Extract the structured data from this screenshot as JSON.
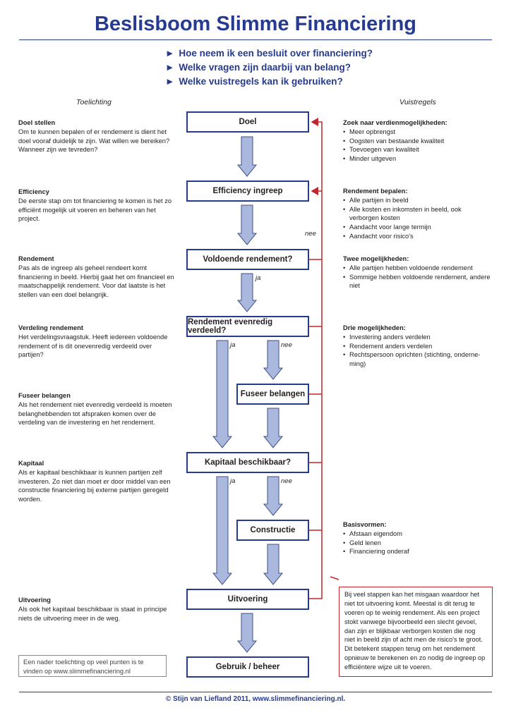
{
  "title": "Beslisboom Slimme Financiering",
  "questions": [
    "Hoe neem ik een besluit over financiering?",
    "Welke vragen zijn daarbij van belang?",
    "Welke vuistregels kan ik gebruiken?"
  ],
  "left_heading": "Toelichting",
  "right_heading": "Vuistregels",
  "sections": [
    {
      "heading": "Doel stellen",
      "text": "Om te kunnen bepalen of er rendement is dient het doel vooraf duidelijk te zijn. Wat willen we bereiken? Wanneer zijn we tevreden?"
    },
    {
      "heading": "Efficiency",
      "text": "De eerste stap om tot financiering te komen is het zo efficiënt mogelijk uit voeren en beheren van het project."
    },
    {
      "heading": "Rendement",
      "text": "Pas als de ingreep als geheel rendeert komt financiering in beeld. Hierbij gaat het om financieel en maatschappelijk rendement. Voor dat laatste is het stellen van een doel belangrijk."
    },
    {
      "heading": "Verdeling rendement",
      "text": "Het verdelingsvraagstuk. Heeft iedereen voldoende rendement of is dit onevenredig verdeeld over partijen?"
    },
    {
      "heading": "Fuseer belangen",
      "text": "Als het rendement niet evenredig verdeeld is moeten belanghebbenden tot afspraken komen over de verdeling van de investering en het rendement."
    },
    {
      "heading": "Kapitaal",
      "text": "Als er kapitaal beschikbaar is kunnen partijen zelf investeren. Zo niet dan moet er door middel van een constructie financiering bij externe partijen geregeld worden."
    },
    {
      "heading": "Uitvoering",
      "text": "Als ook het kapitaal beschikbaar is staat in principe niets de uitvoering meer in de weg."
    }
  ],
  "rules": [
    {
      "heading": "Zoek naar verdienmogelijkheden:",
      "items": [
        "Meer opbrengst",
        "Oogsten van bestaande kwaliteit",
        "Toevoegen van kwaliteit",
        "Minder uitgeven"
      ]
    },
    {
      "heading": "Rendement bepalen:",
      "items": [
        "Alle partijen in beeld",
        "Alle kosten en inkomsten in beeld, ook verborgen kosten",
        "Aandacht voor lange termijn",
        "Aandacht voor risico's"
      ]
    },
    {
      "heading": "Twee mogelijkheden:",
      "items": [
        "Alle partijen hebben voldoende rendement",
        "Sommige hebben voldoende rendement, andere niet"
      ]
    },
    {
      "heading": "Drie mogelijkheden:",
      "items": [
        "Investering anders verdelen",
        "Rendement anders verdelen",
        "Rechtspersoon oprichten (stichting, onderne-ming)"
      ]
    },
    {
      "heading": "Basisvormen:",
      "items": [
        "Afstaan eigendom",
        "Geld lenen",
        "Financiering onderaf"
      ]
    }
  ],
  "boxes": {
    "doel": "Doel",
    "efficiency": "Efficiency ingreep",
    "rendement": "Voldoende rendement?",
    "verdeling": "Rendement evenredig verdeeld?",
    "fuseer": "Fuseer belangen",
    "kapitaal": "Kapitaal beschikbaar?",
    "constructie": "Constructie",
    "uitvoering": "Uitvoering",
    "gebruik": "Gebruik / beheer"
  },
  "labels": {
    "nee": "nee",
    "ja": "ja"
  },
  "note": "Een nader toelichting op veel punten is te vinden op www.slimmefinanciering.nl",
  "red_note": "Bij veel stappen kan het misgaan waardoor het niet tot uitvoering komt. Meestal is dit terug te voeren op te weinig rendement. Als een project stokt vanwege bijvoorbeeld een slecht gevoel, dan zijn er blijkbaar verborgen kosten die nog niet in beeld zijn of acht men de risico's te groot. Dit betekent stappen terug om het rendement opnieuw te berekenen en zo nodig de ingreep op efficiëntere wijze uit te voeren.",
  "footer": "© Stijn van Liefland 2011, www.slimmefinanciering.nl.",
  "colors": {
    "accent": "#263b8f",
    "arrow_fill": "#a9b8dc",
    "arrow_stroke": "#3f4f8a",
    "feedback": "#c4252a"
  }
}
